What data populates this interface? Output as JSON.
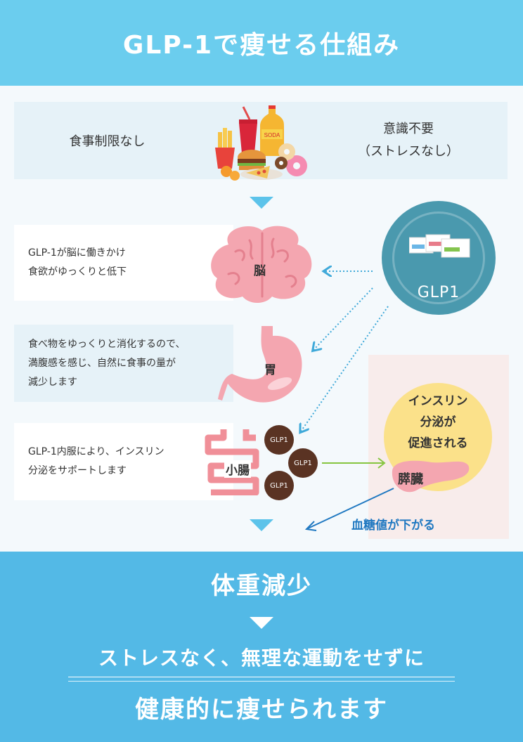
{
  "header": {
    "title": "GLP-1で痩せる仕組み"
  },
  "top": {
    "left_label": "食事制限なし",
    "right_line1": "意識不要",
    "right_line2": "（ストレスなし）",
    "soda_label": "SODA"
  },
  "rows": [
    {
      "lines": [
        "GLP-1が脳に働きかけ",
        "食欲がゆっくりと低下"
      ],
      "organ": "脳"
    },
    {
      "lines": [
        "食べ物をゆっくりと消化するので、",
        "満腹感を感じ、自然に食事の量が",
        "減少します"
      ],
      "organ": "胃"
    },
    {
      "lines": [
        "GLP-1内服により、インスリン",
        "分泌をサポートします"
      ],
      "organ": "小腸"
    }
  ],
  "glp_circle": {
    "label": "GLP1"
  },
  "pills": [
    "GLP1",
    "GLP1",
    "GLP1"
  ],
  "insulin": {
    "lines": [
      "インスリン",
      "分泌が",
      "促進される"
    ]
  },
  "pancreas": {
    "label": "膵臓"
  },
  "blood": {
    "label": "血糖値が下がる"
  },
  "bottom": {
    "title": "体重減少",
    "line1": "ストレスなく、無理な運動をせずに",
    "line2": "健康的に痩せられます"
  },
  "colors": {
    "header": "#6bcdee",
    "bottom": "#53b9e6",
    "arrow_blue": "#5cc3ea",
    "circle": "#4a99ae",
    "insulin_yellow": "#fbe18a",
    "organ_pink": "#f4a6b0",
    "pill_brown": "#5a3323",
    "green_arrow": "#86c540",
    "blood_blue": "#1f78c1"
  }
}
